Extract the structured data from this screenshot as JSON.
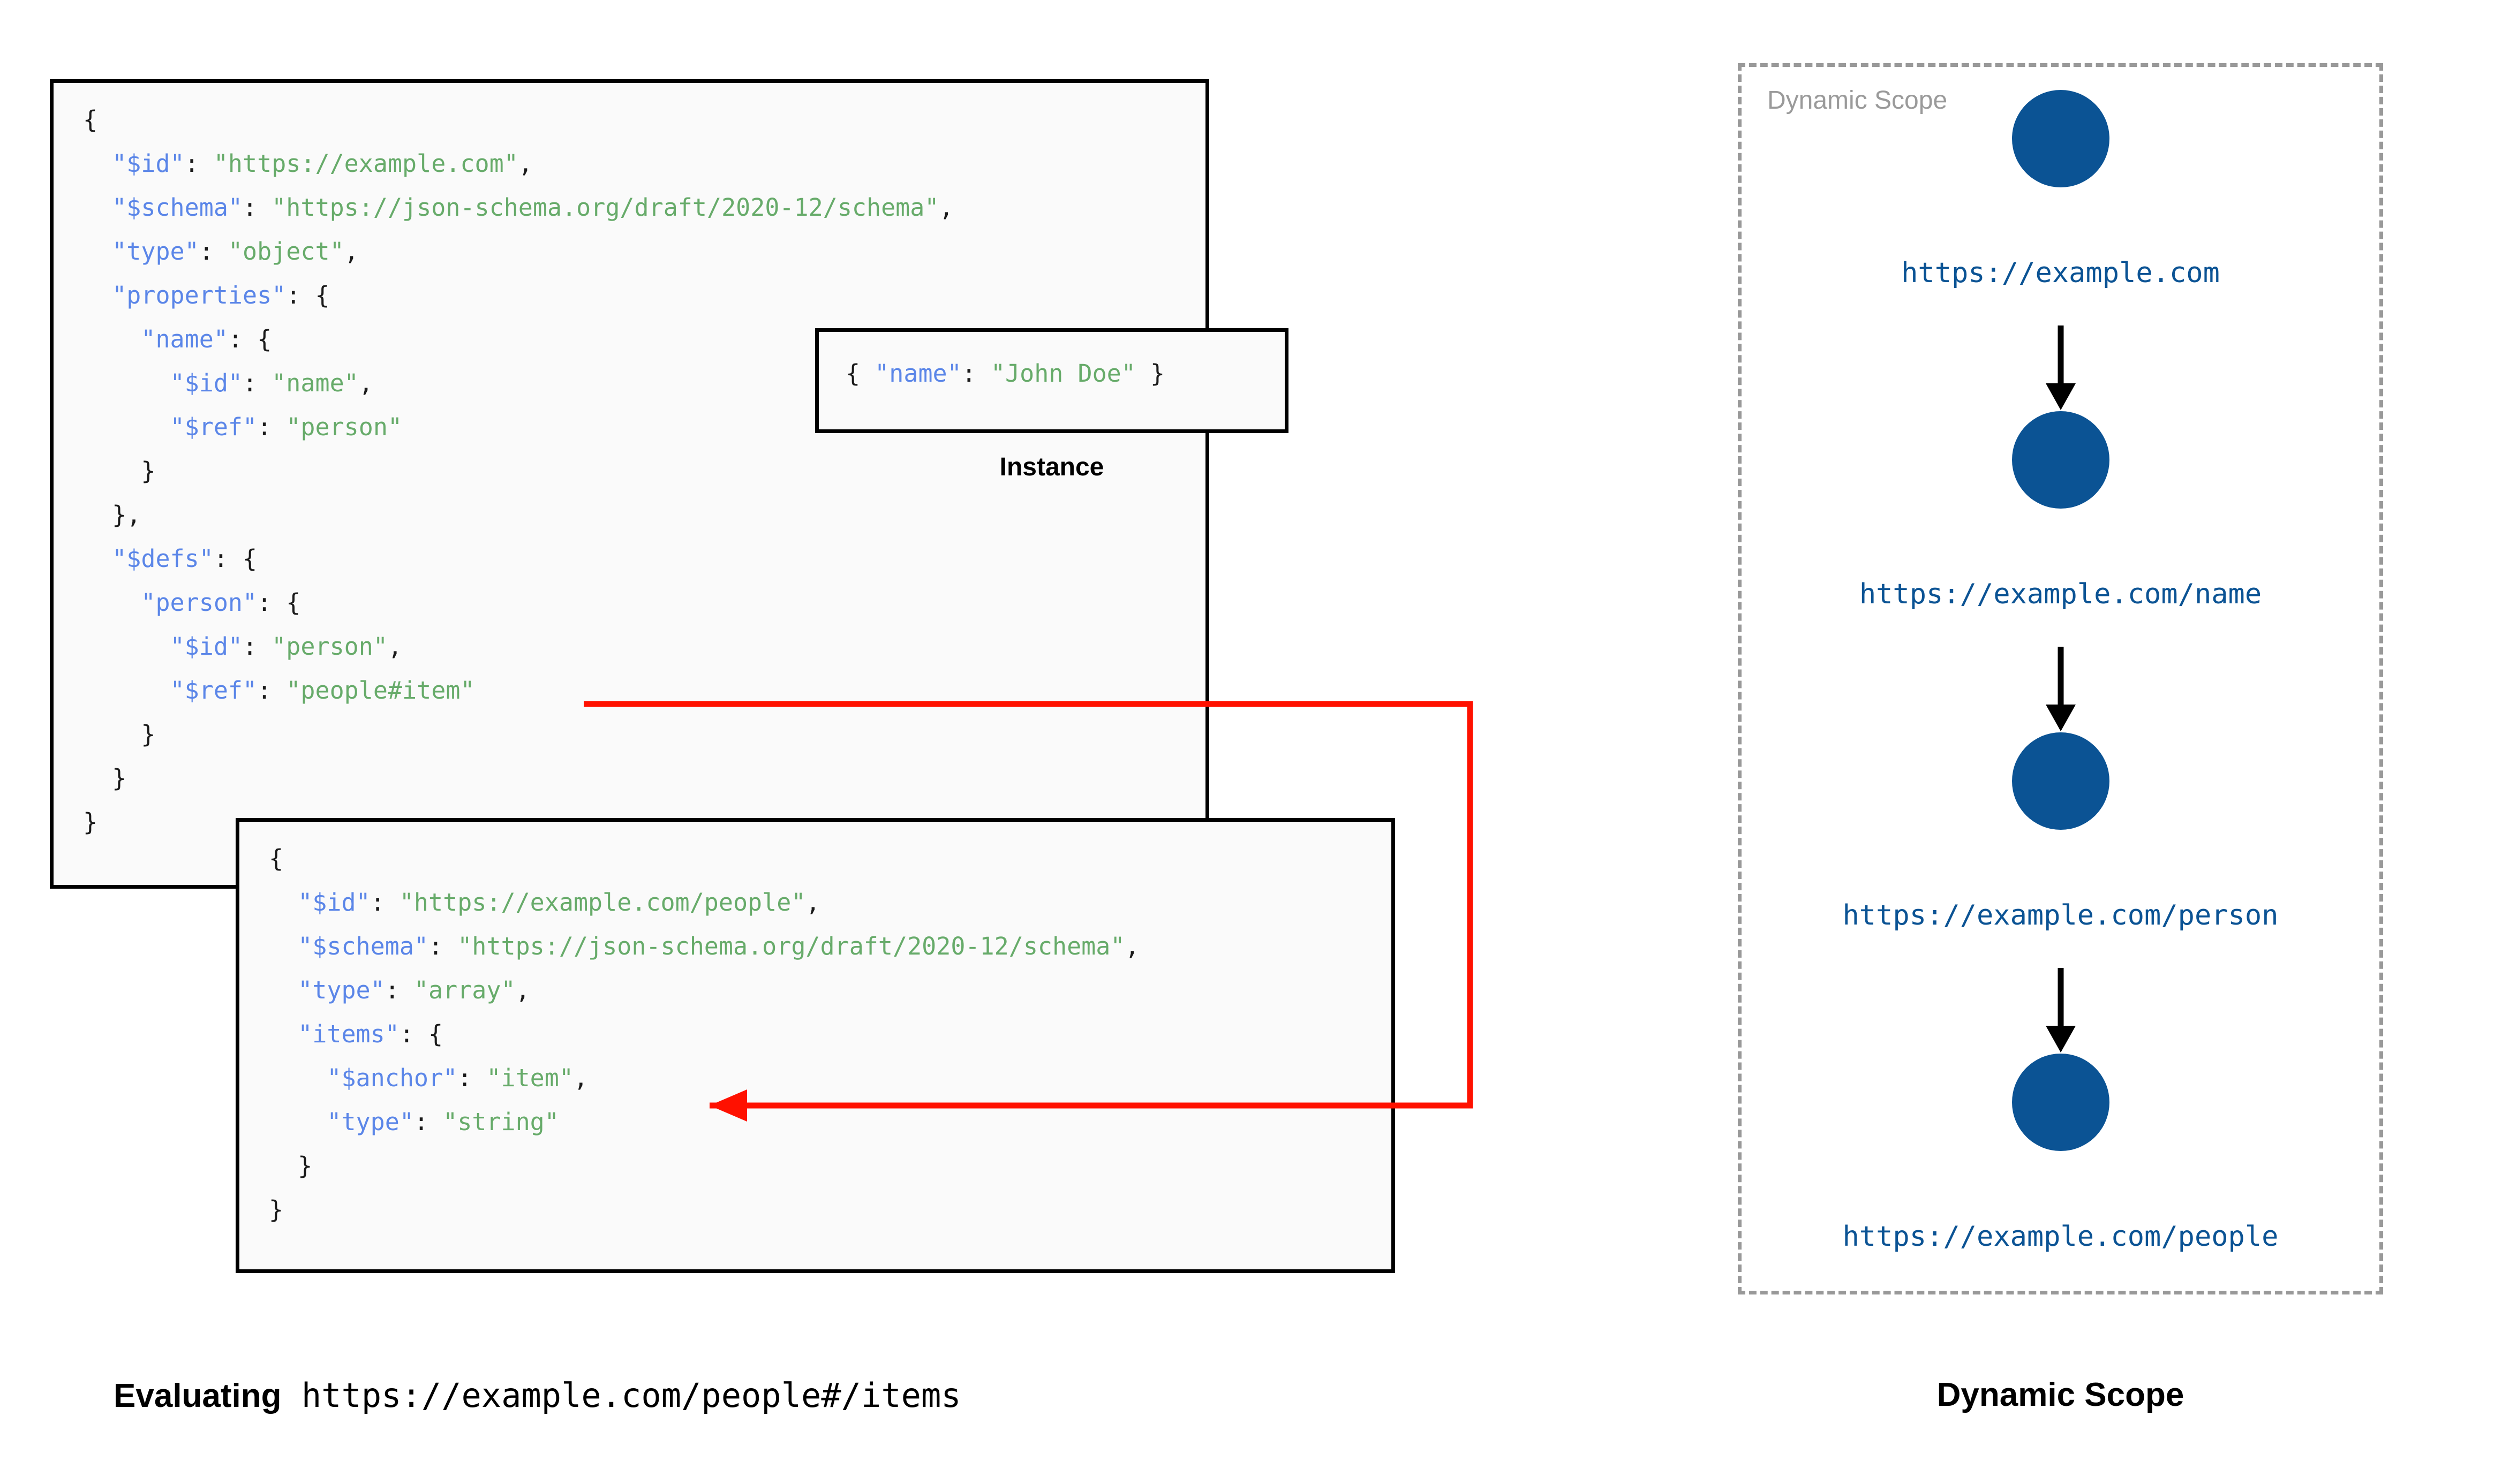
{
  "schema_root": {
    "lines": [
      [
        {
          "t": "{",
          "c": "p"
        }
      ],
      [
        {
          "t": "  ",
          "c": "p"
        },
        {
          "t": "\"$id\"",
          "c": "k"
        },
        {
          "t": ": ",
          "c": "p"
        },
        {
          "t": "\"https://example.com\"",
          "c": "s"
        },
        {
          "t": ",",
          "c": "p"
        }
      ],
      [
        {
          "t": "  ",
          "c": "p"
        },
        {
          "t": "\"$schema\"",
          "c": "k"
        },
        {
          "t": ": ",
          "c": "p"
        },
        {
          "t": "\"https://json-schema.org/draft/2020-12/schema\"",
          "c": "s"
        },
        {
          "t": ",",
          "c": "p"
        }
      ],
      [
        {
          "t": "  ",
          "c": "p"
        },
        {
          "t": "\"type\"",
          "c": "k"
        },
        {
          "t": ": ",
          "c": "p"
        },
        {
          "t": "\"object\"",
          "c": "s"
        },
        {
          "t": ",",
          "c": "p"
        }
      ],
      [
        {
          "t": "  ",
          "c": "p"
        },
        {
          "t": "\"properties\"",
          "c": "k"
        },
        {
          "t": ": {",
          "c": "p"
        }
      ],
      [
        {
          "t": "    ",
          "c": "p"
        },
        {
          "t": "\"name\"",
          "c": "k"
        },
        {
          "t": ": {",
          "c": "p"
        }
      ],
      [
        {
          "t": "      ",
          "c": "p"
        },
        {
          "t": "\"$id\"",
          "c": "k"
        },
        {
          "t": ": ",
          "c": "p"
        },
        {
          "t": "\"name\"",
          "c": "s"
        },
        {
          "t": ",",
          "c": "p"
        }
      ],
      [
        {
          "t": "      ",
          "c": "p"
        },
        {
          "t": "\"$ref\"",
          "c": "k"
        },
        {
          "t": ": ",
          "c": "p"
        },
        {
          "t": "\"person\"",
          "c": "s"
        }
      ],
      [
        {
          "t": "    }",
          "c": "p"
        }
      ],
      [
        {
          "t": "  },",
          "c": "p"
        }
      ],
      [
        {
          "t": "  ",
          "c": "p"
        },
        {
          "t": "\"$defs\"",
          "c": "k"
        },
        {
          "t": ": {",
          "c": "p"
        }
      ],
      [
        {
          "t": "    ",
          "c": "p"
        },
        {
          "t": "\"person\"",
          "c": "k"
        },
        {
          "t": ": {",
          "c": "p"
        }
      ],
      [
        {
          "t": "      ",
          "c": "p"
        },
        {
          "t": "\"$id\"",
          "c": "k"
        },
        {
          "t": ": ",
          "c": "p"
        },
        {
          "t": "\"person\"",
          "c": "s"
        },
        {
          "t": ",",
          "c": "p"
        }
      ],
      [
        {
          "t": "      ",
          "c": "p"
        },
        {
          "t": "\"$ref\"",
          "c": "k"
        },
        {
          "t": ": ",
          "c": "p"
        },
        {
          "t": "\"people#item\"",
          "c": "s"
        }
      ],
      [
        {
          "t": "    }",
          "c": "p"
        }
      ],
      [
        {
          "t": "  }",
          "c": "p"
        }
      ],
      [
        {
          "t": "}",
          "c": "p"
        }
      ]
    ]
  },
  "instance": {
    "caption": "Instance",
    "lines": [
      [
        {
          "t": "{ ",
          "c": "p"
        },
        {
          "t": "\"name\"",
          "c": "k"
        },
        {
          "t": ": ",
          "c": "p"
        },
        {
          "t": "\"John Doe\"",
          "c": "s"
        },
        {
          "t": " }",
          "c": "p"
        }
      ]
    ]
  },
  "people_schema": {
    "lines": [
      [
        {
          "t": "{",
          "c": "p"
        }
      ],
      [
        {
          "t": "  ",
          "c": "p"
        },
        {
          "t": "\"$id\"",
          "c": "k"
        },
        {
          "t": ": ",
          "c": "p"
        },
        {
          "t": "\"https://example.com/people\"",
          "c": "s"
        },
        {
          "t": ",",
          "c": "p"
        }
      ],
      [
        {
          "t": "  ",
          "c": "p"
        },
        {
          "t": "\"$schema\"",
          "c": "k"
        },
        {
          "t": ": ",
          "c": "p"
        },
        {
          "t": "\"https://json-schema.org/draft/2020-12/schema\"",
          "c": "s"
        },
        {
          "t": ",",
          "c": "p"
        }
      ],
      [
        {
          "t": "  ",
          "c": "p"
        },
        {
          "t": "\"type\"",
          "c": "k"
        },
        {
          "t": ": ",
          "c": "p"
        },
        {
          "t": "\"array\"",
          "c": "s"
        },
        {
          "t": ",",
          "c": "p"
        }
      ],
      [
        {
          "t": "  ",
          "c": "p"
        },
        {
          "t": "\"items\"",
          "c": "k"
        },
        {
          "t": ": {",
          "c": "p"
        }
      ],
      [
        {
          "t": "    ",
          "c": "p"
        },
        {
          "t": "\"$anchor\"",
          "c": "k"
        },
        {
          "t": ": ",
          "c": "p"
        },
        {
          "t": "\"item\"",
          "c": "s"
        },
        {
          "t": ",",
          "c": "p"
        }
      ],
      [
        {
          "t": "    ",
          "c": "p"
        },
        {
          "t": "\"type\"",
          "c": "k"
        },
        {
          "t": ": ",
          "c": "p"
        },
        {
          "t": "\"string\"",
          "c": "s"
        }
      ],
      [
        {
          "t": "  }",
          "c": "p"
        }
      ],
      [
        {
          "t": "}",
          "c": "p"
        }
      ]
    ]
  },
  "dynamic_scope": {
    "title": "Dynamic Scope",
    "nodes": [
      {
        "label": "https://example.com"
      },
      {
        "label": "https://example.com/name"
      },
      {
        "label": "https://example.com/person"
      },
      {
        "label": "https://example.com/people"
      }
    ]
  },
  "captions": {
    "left_bold": "Evaluating",
    "left_mono": " https://example.com/people#/items",
    "right": "Dynamic Scope"
  },
  "colors": {
    "node_blue": "#0b5394",
    "json_key": "#5b86e8",
    "json_string": "#67ab6a",
    "ref_arrow_red": "#ff1100",
    "scope_border_gray": "#999999",
    "box_bg": "#fafafa"
  }
}
